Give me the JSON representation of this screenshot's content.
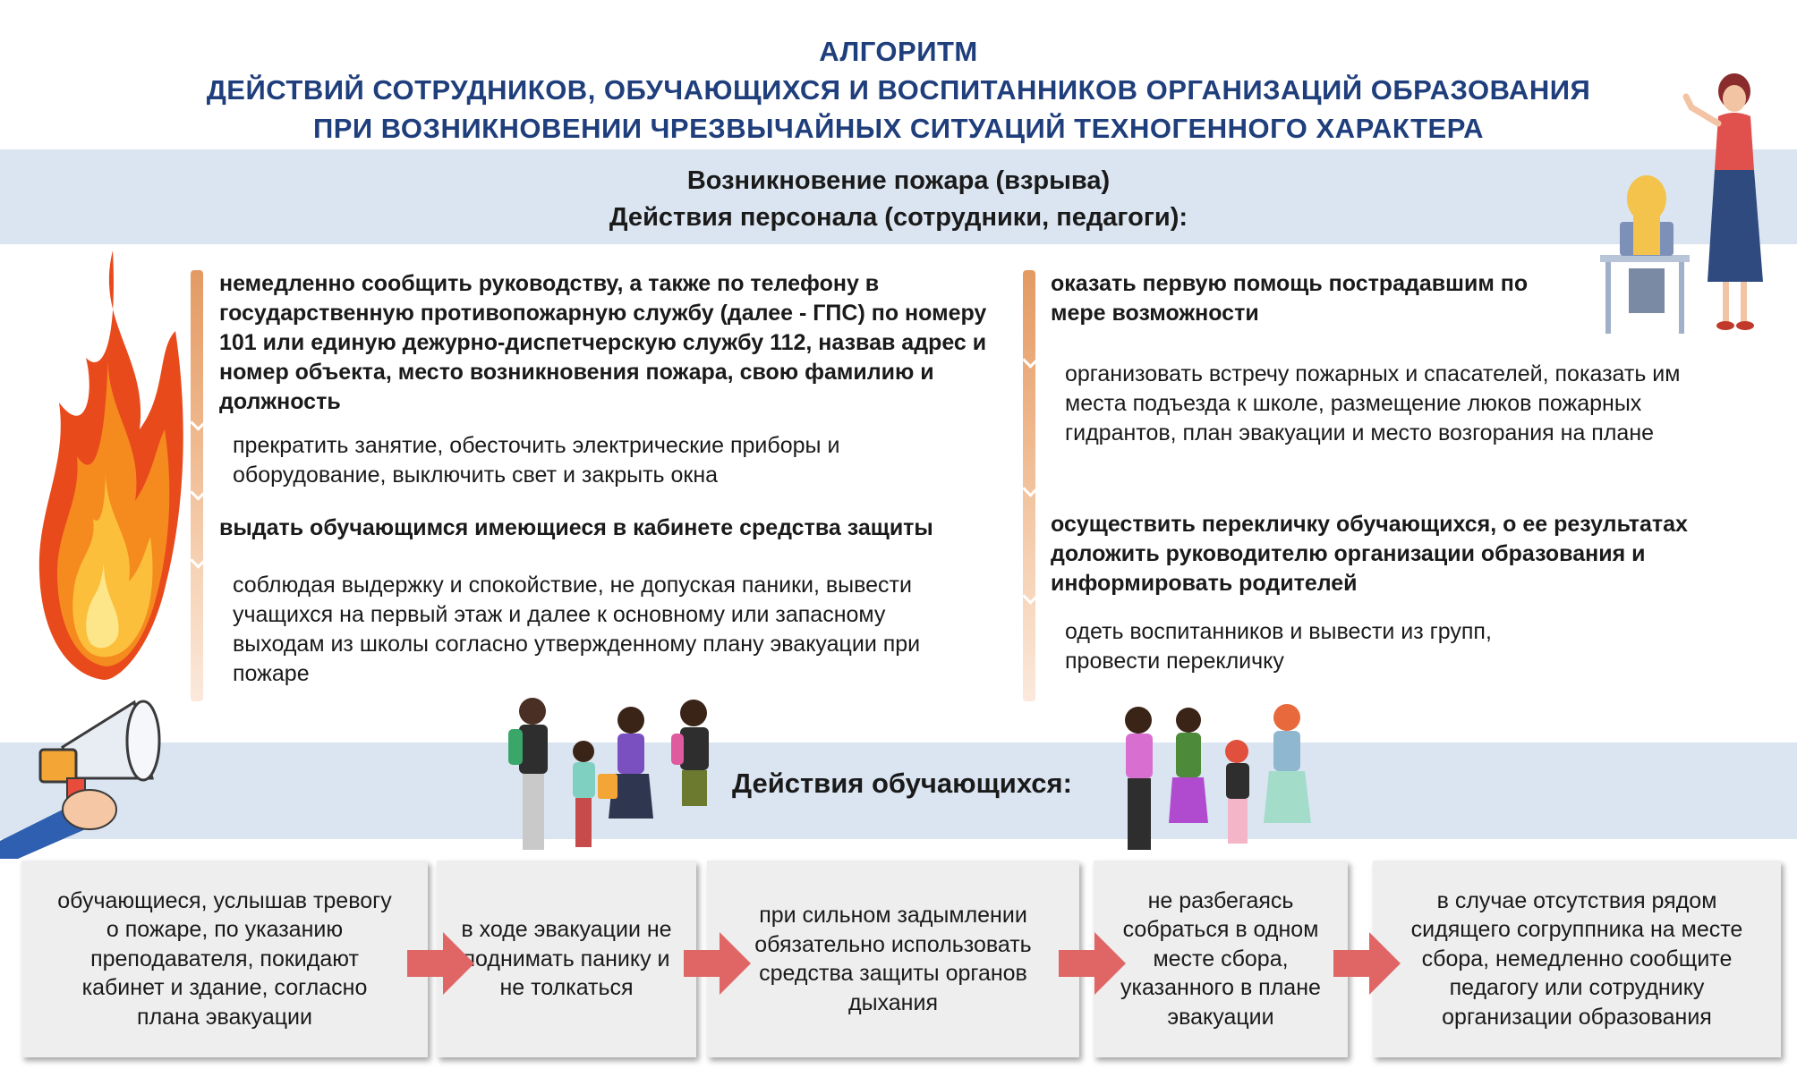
{
  "title": {
    "line1": "АЛГОРИТМ",
    "line2": "ДЕЙСТВИЙ СОТРУДНИКОВ, ОБУЧАЮЩИХСЯ И ВОСПИТАННИКОВ ОРГАНИЗАЦИЙ ОБРАЗОВАНИЯ",
    "line3": "ПРИ ВОЗНИКНОВЕНИИ ЧРЕЗВЫЧАЙНЫХ СИТУАЦИЙ ТЕХНОГЕННОГО ХАРАКТЕРА"
  },
  "section1": {
    "heading1": "Возникновение пожара (взрыва)",
    "heading2": "Действия персонала (сотрудники, педагоги):"
  },
  "staff_left": [
    {
      "text": "немедленно сообщить руководству, а также по телефону в государственную противопожарную службу (далее - ГПС) по номеру 101 или единую дежурно-диспетчерскую службу 112, назвав адрес и номер объекта, место возникновения пожара, свою фамилию и должность",
      "bold": true
    },
    {
      "text": "прекратить занятие, обесточить электрические приборы и оборудование, выключить свет и закрыть окна",
      "bold": false
    },
    {
      "text": "выдать обучающимся имеющиеся в кабинете средства защиты",
      "bold": true
    },
    {
      "text": "соблюдая выдержку и спокойствие, не допуская паники, вывести учащихся на первый этаж и далее к основному или запасному выходам из школы согласно утвержденному плану эвакуации при пожаре",
      "bold": false
    }
  ],
  "staff_right": [
    {
      "text": "оказать первую помощь пострадавшим по мере возможности",
      "bold": true
    },
    {
      "text": "организовать встречу пожарных и спасателей, показать им места подъезда к школе, размещение люков пожарных гидрантов, план эвакуации и место возгорания на плане",
      "bold": false
    },
    {
      "text": "осуществить перекличку обучающихся, о ее результатах доложить руководителю организации образования и информировать родителей",
      "bold": true
    },
    {
      "text": "одеть воспитанников и вывести из групп, провести перекличку",
      "bold": false
    }
  ],
  "section2": {
    "heading": "Действия обучающихся:"
  },
  "student_steps": [
    "обучающиеся, услышав тревогу о пожаре, по указанию преподавателя, покидают кабинет и здание, согласно плана эвакуации",
    "в ходе эвакуации не поднимать панику и не толкаться",
    "при сильном задымлении обязательно использовать средства защиты органов дыхания",
    "не разбегаясь собраться в одном месте сбора, указанного в плане эвакуации",
    "в случае отсутствия рядом сидящего согруппника на месте сбора, немедленно сообщите педагогу или сотруднику организации образования"
  ],
  "colors": {
    "title": "#1f3e7c",
    "band": "#dbe5f1",
    "timeline": "#e39a63",
    "arrow": "#e06666",
    "box": "#eeeeee"
  },
  "icons": [
    "fire-icon",
    "megaphone-icon",
    "teacher-icon",
    "students-group-icon",
    "flow-arrow-icon"
  ]
}
